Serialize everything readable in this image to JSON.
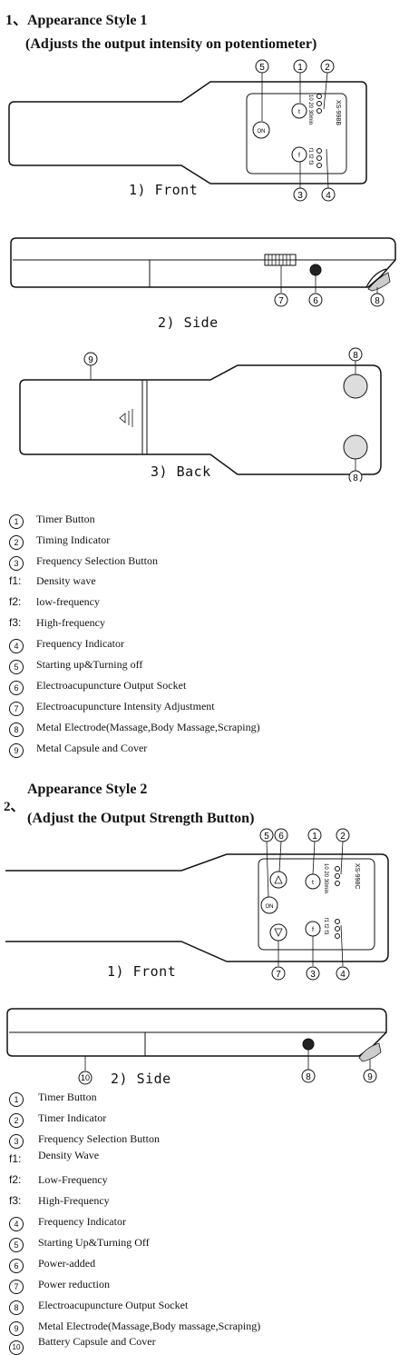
{
  "section1": {
    "heading": "1、Appearance Style 1",
    "subheading": "(Adjusts the output intensity on potentiometer)",
    "front_caption": "1) Front",
    "side_caption": "2) Side",
    "back_caption": "3) Back",
    "device_model": "XS-998B",
    "timer_labels": "10 20 30min",
    "freq_labels": "f1 f2 f3",
    "legend": [
      {
        "mark": "1",
        "text": "Timer Button"
      },
      {
        "mark": "2",
        "text": "Timing Indicator"
      },
      {
        "mark": "3",
        "text": "Frequency Selection Button"
      },
      {
        "mark": "f1:",
        "text": "Density wave"
      },
      {
        "mark": "f2:",
        "text": "low-frequency"
      },
      {
        "mark": "f3:",
        "text": "High-frequency"
      },
      {
        "mark": "4",
        "text": "Frequency Indicator"
      },
      {
        "mark": "5",
        "text": "Starting up&Turning off"
      },
      {
        "mark": "6",
        "text": "Electroacupuncture Output Socket"
      },
      {
        "mark": "7",
        "text": "Electroacupuncture Intensity Adjustment"
      },
      {
        "mark": "8",
        "text": "Metal Electrode(Massage,Body Massage,Scraping)"
      },
      {
        "mark": "9",
        "text": "Metal Capsule and Cover"
      }
    ]
  },
  "section2": {
    "number": "2、",
    "heading": "Appearance Style 2",
    "subheading": "(Adjust the Output Strength Button)",
    "front_caption": "1) Front",
    "side_caption": "2) Side",
    "device_model": "XS-998C",
    "timer_labels": "10 20 30min",
    "freq_labels": "f1 f2 f3",
    "legend": [
      {
        "mark": "1",
        "text": "Timer Button"
      },
      {
        "mark": "2",
        "text": "Timer Indicator"
      },
      {
        "mark": "3",
        "text": "Frequency Selection Button"
      },
      {
        "mark": "f1:",
        "text": "Density Wave"
      },
      {
        "mark": "f2:",
        "text": "Low-Frequency"
      },
      {
        "mark": "f3:",
        "text": "High-Frequency"
      },
      {
        "mark": "4",
        "text": "Frequency Indicator"
      },
      {
        "mark": "5",
        "text": "Starting Up&Turning Off"
      },
      {
        "mark": "6",
        "text": "Power-added"
      },
      {
        "mark": "7",
        "text": "Power reduction"
      },
      {
        "mark": "8",
        "text": "Electroacupuncture Output Socket"
      },
      {
        "mark": "9",
        "text": "Metal Electrode(Massage,Body massage,Scraping)"
      },
      {
        "mark": "10",
        "text": "Battery Capsule and Cover"
      }
    ]
  }
}
